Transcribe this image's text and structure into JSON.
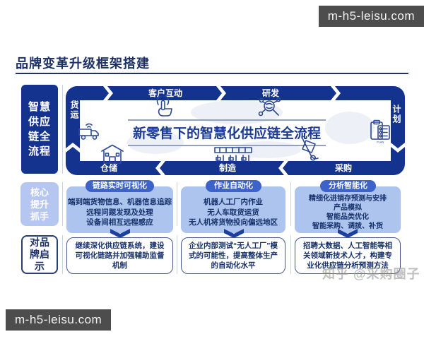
{
  "watermarks": {
    "top_right": "m-h5-leisu.com",
    "bottom_left": "m-h5-leisu.com",
    "zhihu": "知乎 @采购圈子"
  },
  "title": "品牌变革升级框架搭建",
  "flow_row": {
    "sidebar": "智慧\n供应\n链全\n流程",
    "banner": "新零售下的智慧化供应链全流程",
    "plan_icon_label": "PLAN",
    "stages": {
      "customer": "客户互动",
      "rd": "研发",
      "plan": "计划",
      "procurement": "采购",
      "manufacturing": "制造",
      "warehouse": "仓储",
      "freight": "货运"
    }
  },
  "core_row": {
    "sidebar": "核心\n提升\n抓手",
    "cards": [
      {
        "pill": "链路实时可视化",
        "body": "端到端货物信息、机器信息追踪\n远程问题发现及处理\n设备间相互远程感应"
      },
      {
        "pill": "作业自动化",
        "body": "机器人工厂内作业\n无人车取货运货\n无人机将货物投向偏远地区"
      },
      {
        "pill": "分析智能化",
        "body": "精细化进销存预测与安排\n产品模拟\n智能品类优化\n智能采购、调拨、补货"
      }
    ]
  },
  "insight_row": {
    "sidebar": "对品\n牌启\n示",
    "cards": [
      "继续深化供应链系统，建设可视化链路并加强辅助监督机制",
      "企业内部测试“无人工厂”模式的可能性，提高整体生产的自动化水平",
      "招聘大数据、人工智能等相关领域新技术人才，构建专业化供应链分析预测方法"
    ]
  },
  "colors": {
    "band_blue": "#14338f",
    "pill_blue": "#3d63c8",
    "card_blue": "#adc4ee",
    "sidebar_light": "#b5c7f0",
    "text_navy": "#16306b",
    "badge_gray": "#4d4d4d"
  }
}
